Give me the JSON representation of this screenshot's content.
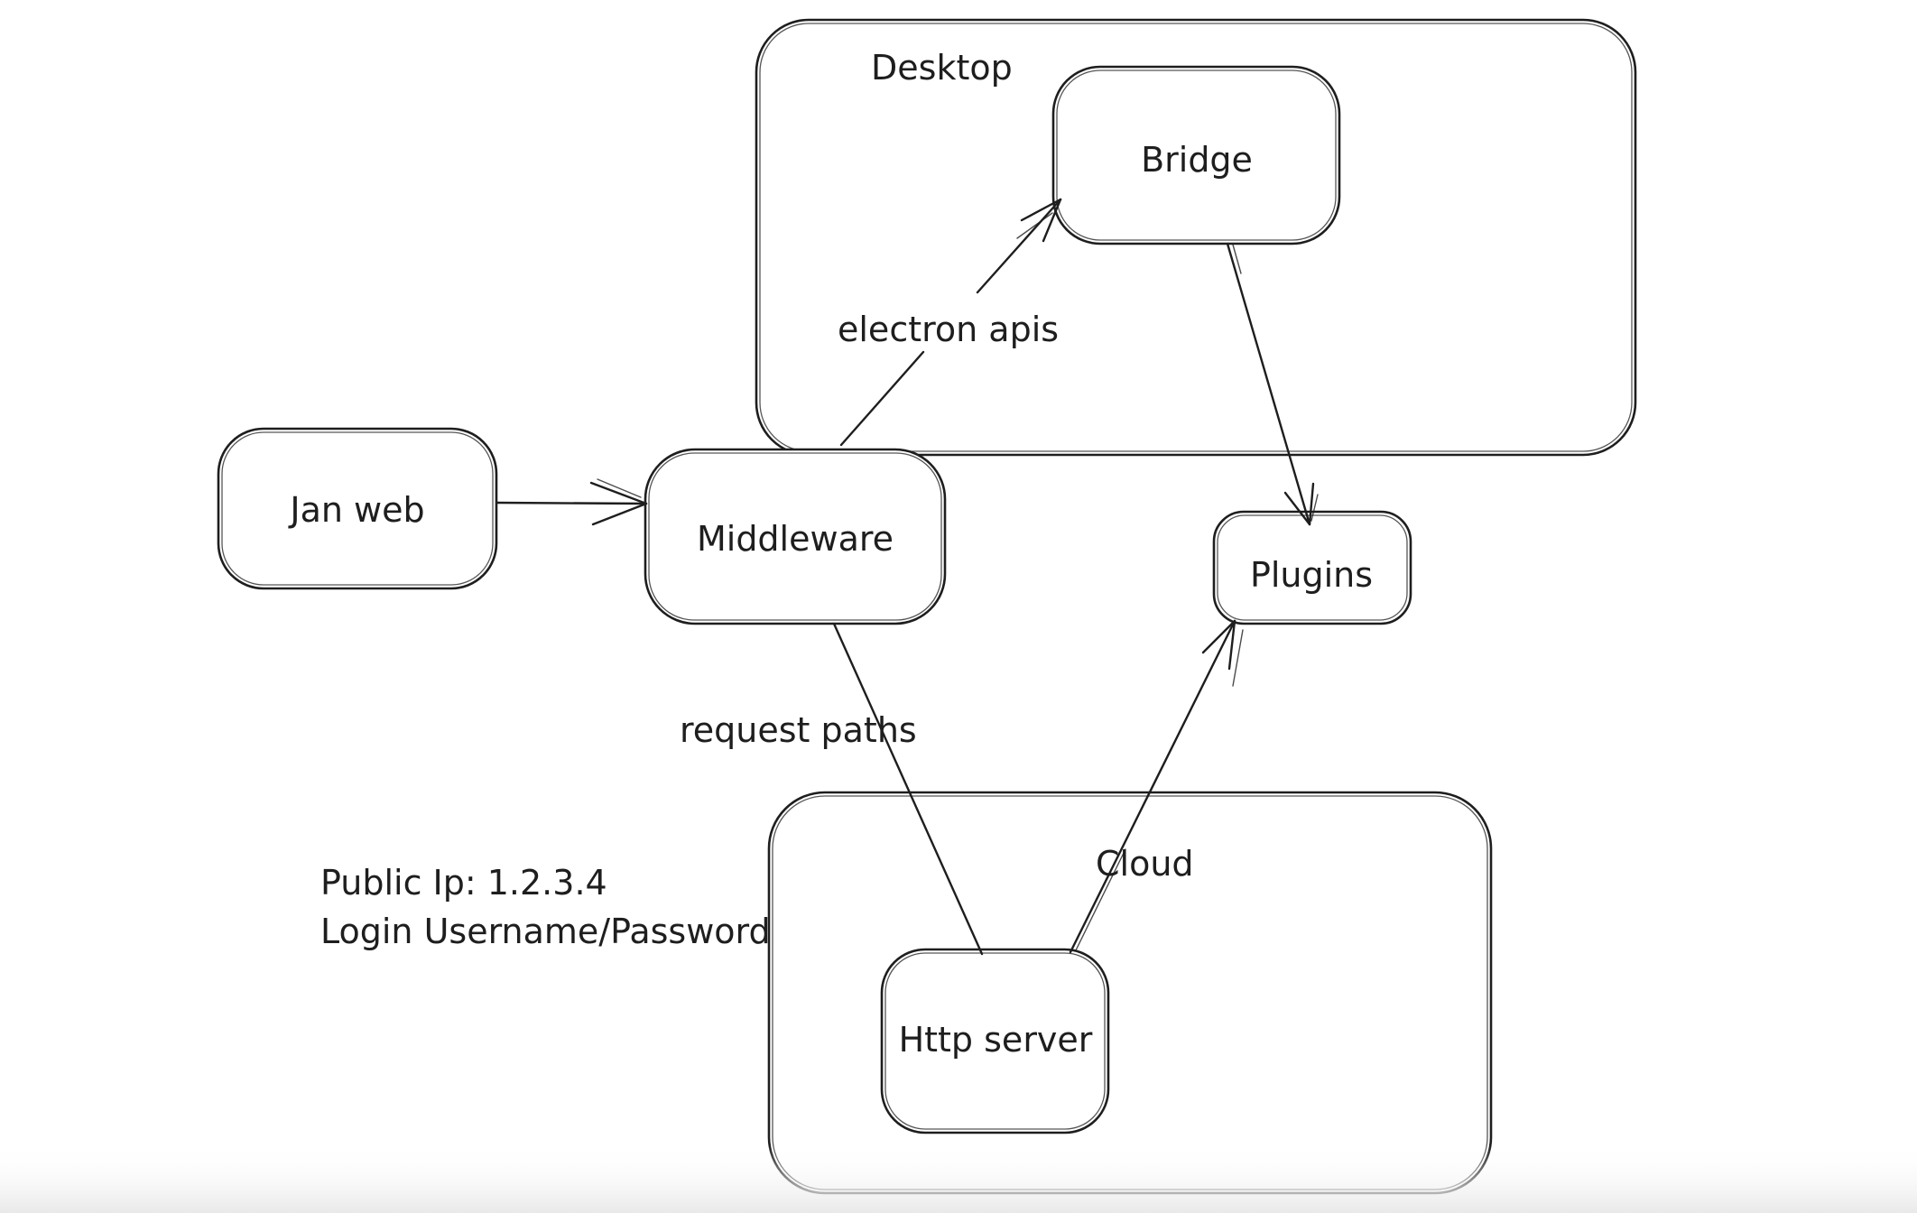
{
  "canvas": {
    "background_color": "#ffffff",
    "ink_color": "#1e1e1e",
    "bottom_fade_color": "#e9e9e9"
  },
  "diagram": {
    "containers": [
      {
        "id": "desktop",
        "label": "Desktop"
      },
      {
        "id": "cloud",
        "label": "Cloud"
      }
    ],
    "nodes": [
      {
        "id": "jan-web",
        "label": "Jan web"
      },
      {
        "id": "middleware",
        "label": "Middleware"
      },
      {
        "id": "bridge",
        "label": "Bridge"
      },
      {
        "id": "plugins",
        "label": "Plugins"
      },
      {
        "id": "http-server",
        "label": "Http server"
      }
    ],
    "edges": [
      {
        "id": "janweb-to-middleware",
        "from": "jan-web",
        "to": "middleware",
        "label": ""
      },
      {
        "id": "middleware-to-bridge",
        "from": "middleware",
        "to": "bridge",
        "label": "electron apis"
      },
      {
        "id": "bridge-to-plugins",
        "from": "bridge",
        "to": "plugins",
        "label": ""
      },
      {
        "id": "middleware-to-http",
        "from": "middleware",
        "to": "http-server",
        "label": "request paths"
      },
      {
        "id": "http-to-plugins",
        "from": "http-server",
        "to": "plugins",
        "label": ""
      }
    ],
    "annotations": [
      {
        "id": "public-ip",
        "text": "Public Ip: 1.2.3.4"
      },
      {
        "id": "login",
        "text": "Login Username/Password"
      }
    ]
  }
}
